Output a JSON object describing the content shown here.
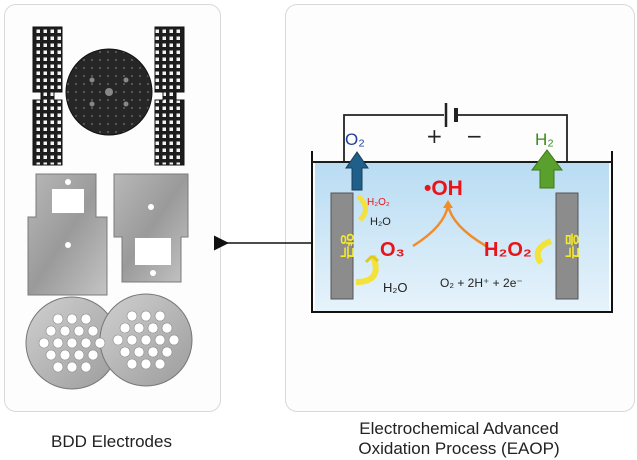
{
  "left_caption": "BDD Electrodes",
  "right_caption_line1": "Electrochemical Advanced",
  "right_caption_line2": "Oxidation Process (EAOP)",
  "diagram": {
    "plus": "+",
    "minus": "−",
    "o2_gas": "O₂",
    "h2_gas": "H₂",
    "anode_label": "양극",
    "cathode_label": "음극",
    "small_h2o2": "H₂O₂",
    "small_h2o_top": "H₂O",
    "oh_radical": "•OH",
    "o3": "O₃",
    "h2o2_big": "H₂O₂",
    "h2o_bottom": "H₂O",
    "cathode_reaction": "O₂ + 2H⁺ + 2e⁻"
  },
  "colors": {
    "water": "#cfe6f5",
    "electrode": "#8c8c8c",
    "red_species": "#e8141a",
    "o2_arrow": "#1f5f8a",
    "h2_arrow": "#5aa02c",
    "yellow_arrow": "#f2e23a",
    "orange_arrow": "#f28c28"
  }
}
